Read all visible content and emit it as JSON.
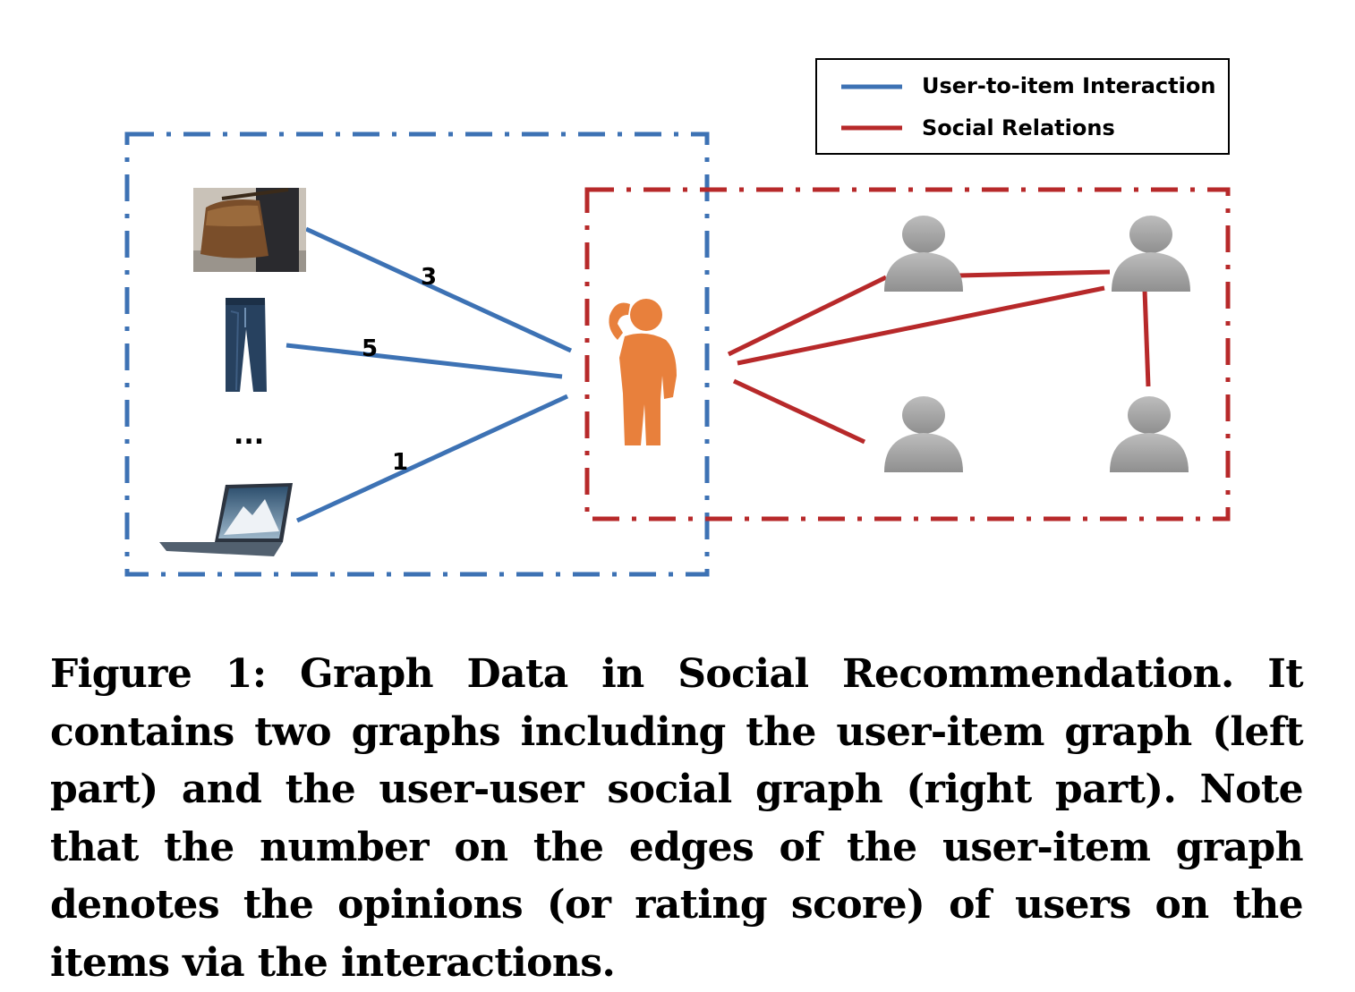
{
  "legend": {
    "items": [
      {
        "label": "User-to-item Interaction",
        "color": "#3d72b4"
      },
      {
        "label": "Social Relations",
        "color": "#b7292a"
      }
    ]
  },
  "user_item_graph": {
    "items": [
      {
        "icon": "bag-photo",
        "rating": "3"
      },
      {
        "icon": "jeans-photo",
        "rating": "5"
      },
      {
        "icon": "laptop-photo",
        "rating": "1"
      }
    ],
    "ellipsis": "...",
    "color": "#3d72b4"
  },
  "social_graph": {
    "color": "#b7292a",
    "center_user_color": "#e8803c",
    "friend_color": "#a6a6a6"
  },
  "caption": "Figure 1: Graph Data in Social Recommendation. It contains two graphs including the user-item graph (left part) and the user-user social graph (right part). Note that the number on the edges of the user-item graph denotes the opinions (or rating score) of users on the items via the interactions."
}
